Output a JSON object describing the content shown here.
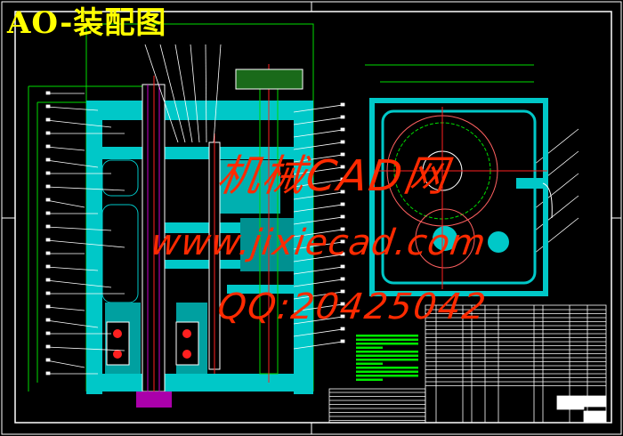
{
  "drawing": {
    "title": "AO-装配图",
    "watermark_site": "机械CAD网",
    "watermark_url": "www.jixiecad.com",
    "watermark_qq": "QQ:20425042"
  },
  "colors": {
    "background": "#000000",
    "title": "#ffff00",
    "housing": "#00e5e5",
    "centerline": "#ff2020",
    "dimension": "#00dd00",
    "watermark": "#ff2a00",
    "lines": "#ffffff"
  }
}
